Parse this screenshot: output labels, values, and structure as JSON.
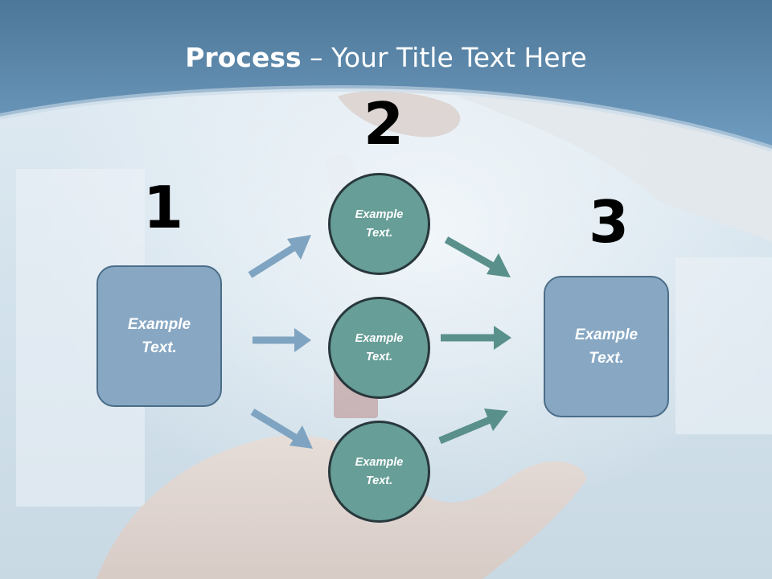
{
  "title": {
    "bold": "Process",
    "rest": " – Your Title Text Here"
  },
  "numbers": [
    "1",
    "2",
    "3"
  ],
  "box_left": {
    "line1": "Example",
    "line2": "Text."
  },
  "box_right": {
    "line1": "Example",
    "line2": "Text."
  },
  "circles": [
    {
      "line1": "Example",
      "line2": "Text."
    },
    {
      "line1": "Example",
      "line2": "Text."
    },
    {
      "line1": "Example",
      "line2": "Text."
    }
  ],
  "colors": {
    "box_fill": "#87a7c3",
    "circle_fill": "#679e97",
    "arrow_blue": "#7fa4c1",
    "arrow_teal": "#5a908c",
    "header": "#5c8aae"
  }
}
